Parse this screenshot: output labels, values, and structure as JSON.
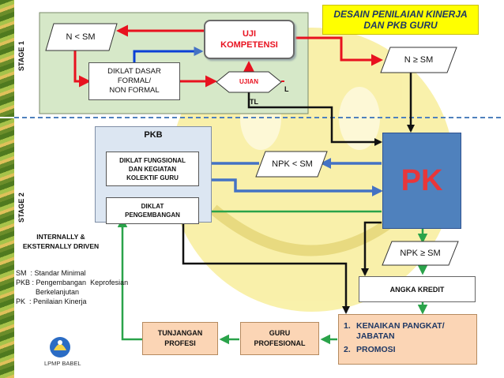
{
  "title": {
    "line1": "DESAIN PENILAIAN KINERJA",
    "line2": "DAN PKB GURU"
  },
  "stages": [
    "STAGE 1",
    "STAGE 2"
  ],
  "nodes": {
    "n_lt_sm": "N < SM",
    "uji_line1": "UJI",
    "uji_line2": "KOMPETENSI",
    "diklat_dasar_line1": "DIKLAT DASAR",
    "diklat_dasar_line2": "FORMAL/",
    "diklat_dasar_line3": "NON FORMAL",
    "ujian": "UJIAN",
    "label_l": "L",
    "label_tl": "TL",
    "n_ge_sm": "N ≥ SM",
    "pkb": "PKB",
    "diklat_fungsional_line1": "DIKLAT FUNGSIONAL",
    "diklat_fungsional_line2": "DAN KEGIATAN",
    "diklat_fungsional_line3": "KOLEKTIF GURU",
    "diklat_pengembangan_line1": "DIKLAT",
    "diklat_pengembangan_line2": "PENGEMBANGAN",
    "npk_lt_sm": "NPK < SM",
    "pk": "PK",
    "internally_line1": "INTERNALLY &",
    "internally_line2": "EKSTERNALLY DRIVEN",
    "npk_ge_sm": "NPK ≥ SM",
    "angka_kredit": "ANGKA KREDIT",
    "tunjangan_line1": "TUNJANGAN",
    "tunjangan_line2": "PROFESI",
    "guru_line1": "GURU",
    "guru_line2": "PROFESIONAL",
    "result_1_num": "1.",
    "result_1_line1": "KENAIKAN PANGKAT/",
    "result_1_line2": "JABATAN",
    "result_2_num": "2.",
    "result_2_line1": "PROMOSI"
  },
  "legend": [
    "SM  : Standar Minimal",
    "PKB : Pengembangan  Keprofesian",
    "          Berkelanjutan",
    "PK  : Penilaian Kinerja"
  ],
  "logo_caption": "LPMP BABEL",
  "colors": {
    "stage1_panel": "#d6e8c8",
    "title_bg": "#ffff00",
    "pk_box": "#4f81bd",
    "pk_text": "#e8363a",
    "arrow_red": "#e8121f",
    "arrow_blue": "#4472c4",
    "arrow_green": "#2aa34a",
    "arrow_black": "#111111",
    "smiley": "#f8ee9c"
  }
}
